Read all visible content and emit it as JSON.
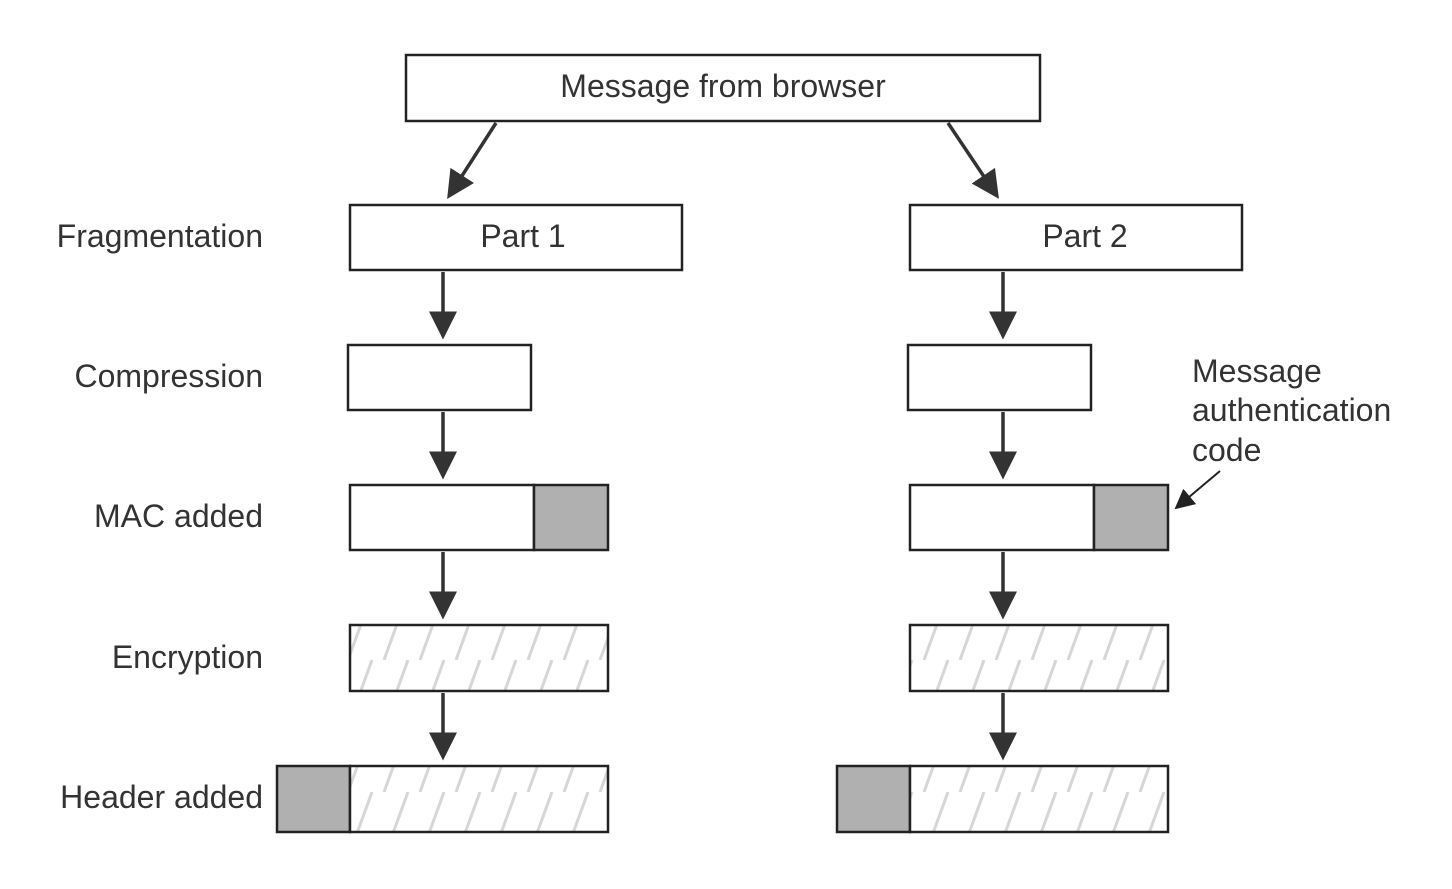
{
  "diagram": {
    "top_box": {
      "label": "Message from browser"
    },
    "parts": [
      {
        "label": "Part 1"
      },
      {
        "label": "Part 2"
      }
    ],
    "stages": [
      {
        "label": "Fragmentation"
      },
      {
        "label": "Compression"
      },
      {
        "label": "MAC added"
      },
      {
        "label": "Encryption"
      },
      {
        "label": "Header added"
      }
    ],
    "mac_annotation": {
      "lines": [
        "Message",
        "authentication",
        "code"
      ]
    },
    "colors": {
      "mac_fill": "#b0b0b0",
      "header_fill": "#b0b0b0",
      "hatch_stroke": "#d6d6d6",
      "line": "#222222"
    }
  }
}
